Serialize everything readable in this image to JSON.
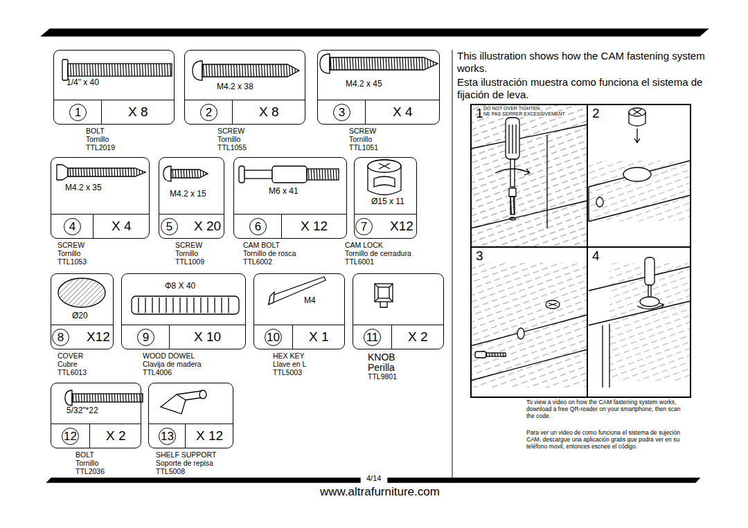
{
  "diagram": {
    "nodes": [
      {
        "text": [
          "1/4\" x 40",
          "1",
          "X 8",
          "BOLT",
          "Tornillo",
          "TTL2019"
        ]
      },
      {
        "text": [
          "M4.2 x 38",
          "2",
          "X 8",
          "SCREW",
          "Tornillo",
          "TTL1055"
        ]
      },
      {
        "text": [
          "M4.2 x 45",
          "3",
          "X 4",
          "SCREW",
          "Tornillo",
          "TTL1051"
        ]
      },
      {
        "text": [
          "M4.2 x 35",
          "4",
          "X 4",
          "SCREW",
          "Tornillo",
          "TTL1053"
        ]
      },
      {
        "text": [
          "M4.2 x 15",
          "5",
          "X 20",
          "SCREW",
          "Tornillo",
          "TTL1009"
        ]
      },
      {
        "text": [
          "M6 x 41",
          "6",
          "X 12",
          "CAM BOLT",
          "Tornillo de rosca",
          "TTL6002"
        ]
      },
      {
        "text": [
          "Ø15 x 11",
          "7",
          "X12",
          "CAM LOCK",
          "Tornillo de cerradura",
          "TTL6001"
        ]
      },
      {
        "text": [
          "Ø20",
          "8",
          "X12",
          "COVER",
          "Cubre",
          "TTL6013"
        ]
      },
      {
        "text": [
          "Φ8 X 40",
          "9",
          "X 10",
          "WOOD DOWEL",
          "Clavija de madera",
          "TTL4006"
        ]
      },
      {
        "text": [
          "M4",
          "10",
          "X 1",
          "HEX KEY",
          "Llave en L",
          "TTL5003"
        ]
      },
      {
        "text": [
          "11",
          "X 2",
          "KNOB",
          "Perilla",
          "TTL9801"
        ]
      },
      {
        "text": [
          "5/32\"*22",
          "12",
          "X 2",
          "BOLT",
          "Tornillo",
          "TTL2036"
        ]
      },
      {
        "text": [
          "13",
          "X 12",
          "SHELF SUPPORT",
          "Soporte de repisa",
          "TTL5008"
        ]
      },
      {
        "text": [
          "1",
          "DO NOT OVER TIGHTEN.",
          "NE PAS SERRER EXCESSIVEMENT"
        ]
      },
      {
        "text": [
          "2"
        ]
      },
      {
        "text": [
          "3"
        ]
      },
      {
        "text": [
          "4"
        ]
      }
    ],
    "labels": [
      "This illustration shows how the CAM fastening system works.",
      "Esta ilustración muestra como funciona el sistema de fijación de leva.",
      "To view a video on how the CAM fastening system works, download a free QR-reader on your smartphone, then scan the code.",
      "Para ver un video de como funciona el sistema de sujeción CAM, descargue una aplicación gratis que podra ver en su teléfono movil, entonces escnee el código.",
      "4/14",
      "www.altrafurniture.com"
    ]
  }
}
